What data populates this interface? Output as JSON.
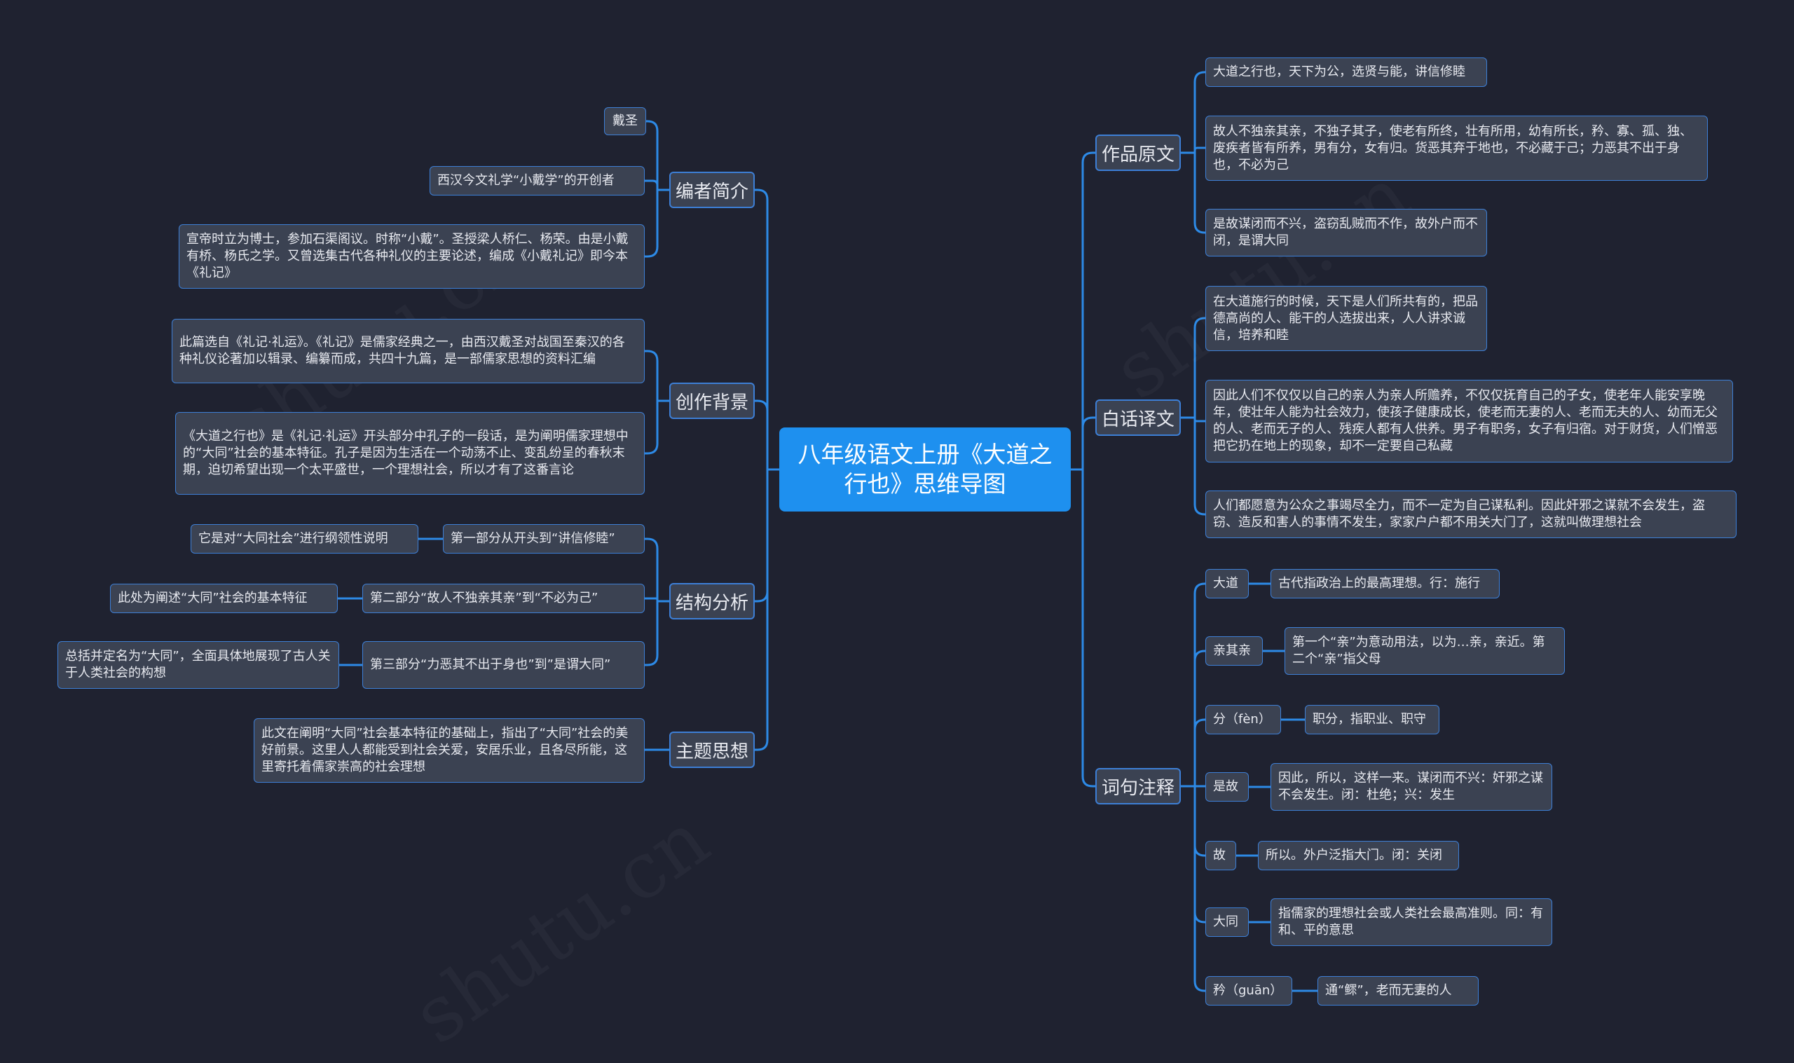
{
  "root": {
    "title": "八年级语文上册《大道之行也》思维导图"
  },
  "edge_color": "#2d8ae6",
  "branches": {
    "bianzhe": {
      "label": "编者简介",
      "items": [
        "戴圣",
        "西汉今文礼学“小戴学”的开创者",
        "宣帝时立为博士，参加石渠阁议。时称“小戴”。圣授梁人桥仁、杨荣。由是小戴有桥、杨氏之学。又曾选集古代各种礼仪的主要论述，编成《小戴礼记》即今本《礼记》"
      ]
    },
    "beijing": {
      "label": "创作背景",
      "items": [
        "此篇选自《礼记·礼运》。《礼记》是儒家经典之一，由西汉戴圣对战国至秦汉的各种礼仪论著加以辑录、编纂而成，共四十九篇，是一部儒家思想的资料汇编",
        "《大道之行也》是《礼记·礼运》开头部分中孔子的一段话，是为阐明儒家理想中的“大同”社会的基本特征。孔子是因为生活在一个动荡不止、变乱纷呈的春秋末期，迫切希望出现一个太平盛世，一个理想社会，所以才有了这番言论"
      ]
    },
    "jiegou": {
      "label": "结构分析",
      "parts": [
        {
          "label": "第一部分从开头到“讲信修睦”",
          "note": "它是对“大同社会”进行纲领性说明"
        },
        {
          "label": "第二部分“故人不独亲其亲”到“不必为己”",
          "note": "此处为阐述“大同”社会的基本特征"
        },
        {
          "label": "第三部分“力恶其不出于身也”到”是谓大同”",
          "note": "总括并定名为“大同”，全面具体地展现了古人关于人类社会的构想"
        }
      ]
    },
    "zhuti": {
      "label": "主题思想",
      "items": [
        "此文在阐明“大同”社会基本特征的基础上，指出了“大同”社会的美好前景。这里人人都能受到社会关爱，安居乐业，且各尽所能，这里寄托着儒家崇高的社会理想"
      ]
    },
    "yuanwen": {
      "label": "作品原文",
      "items": [
        "大道之行也，天下为公，选贤与能，讲信修睦",
        "故人不独亲其亲，不独子其子，使老有所终，壮有所用，幼有所长，矜、寡、孤、独、废疾者皆有所养，男有分，女有归。货恶其弃于地也，不必藏于己；力恶其不出于身也，不必为己",
        "是故谋闭而不兴，盗窃乱贼而不作，故外户而不闭，是谓大同"
      ]
    },
    "yiwen": {
      "label": "白话译文",
      "items": [
        "在大道施行的时候，天下是人们所共有的，把品德高尚的人、能干的人选拔出来，人人讲求诚信，培养和睦",
        "因此人们不仅仅以自己的亲人为亲人所赡养，不仅仅抚育自己的子女，使老年人能安享晚年，使壮年人能为社会效力，使孩子健康成长，使老而无妻的人、老而无夫的人、幼而无父的人、老而无子的人、残疾人都有人供养。男子有职务，女子有归宿。对于财货，人们憎恶把它扔在地上的现象，却不一定要自己私藏",
        "人们都愿意为公众之事竭尽全力，而不一定为自己谋私利。因此奸邪之谋就不会发生，盗窃、造反和害人的事情不发生，家家户户都不用关大门了，这就叫做理想社会"
      ]
    },
    "zhushi": {
      "label": "词句注释",
      "terms": [
        {
          "term": "大道",
          "def": "古代指政治上的最高理想。行：施行"
        },
        {
          "term": "亲其亲",
          "def": "第一个“亲”为意动用法，以为…亲，亲近。第二个“亲”指父母"
        },
        {
          "term": "分（fèn）",
          "def": "职分，指职业、职守"
        },
        {
          "term": "是故",
          "def": "因此，所以，这样一来。谋闭而不兴：奸邪之谋不会发生。闭：杜绝；兴：发生"
        },
        {
          "term": "故",
          "def": "所以。外户泛指大门。闭：关闭"
        },
        {
          "term": "大同",
          "def": "指儒家的理想社会或人类社会最高准则。同：有和、平的意思"
        },
        {
          "term": "矜（guān）",
          "def": "通“鳏”，老而无妻的人"
        }
      ]
    }
  }
}
